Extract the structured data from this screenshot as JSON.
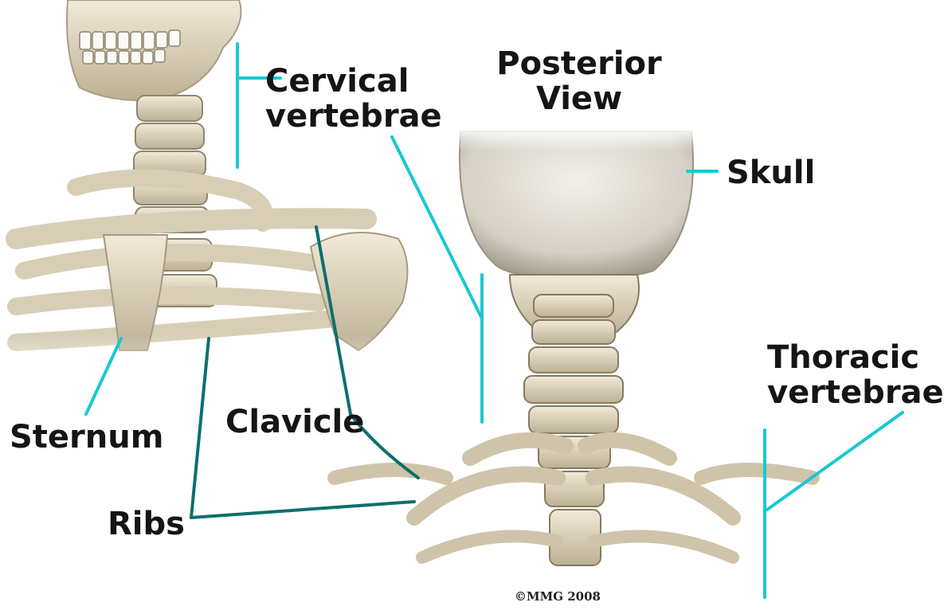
{
  "labels": {
    "cervical": [
      "Cervical",
      "vertebrae"
    ],
    "posterior": [
      "Posterior",
      "View"
    ],
    "skull": "Skull",
    "thoracic": [
      "Thoracic",
      "vertebrae"
    ],
    "sternum": "Sternum",
    "clavicle": "Clavicle",
    "ribs": "Ribs"
  },
  "copyright": "©MMG 2008",
  "colors": {
    "leader_cyan": "#19c8d2",
    "leader_teal": "#0e6f6e",
    "bone": "#e7dfcb",
    "bone_shadow": "#b9ad92",
    "text": "#151515"
  }
}
